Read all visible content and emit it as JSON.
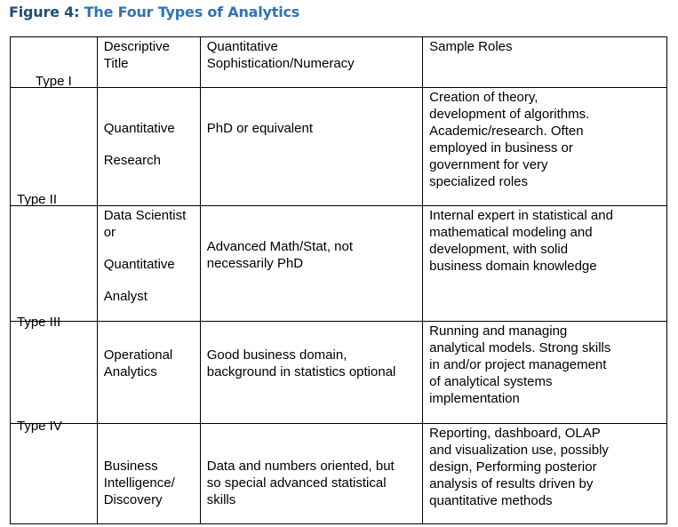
{
  "figure": {
    "label": "Figure 4:",
    "title": "The Four Types of Analytics"
  },
  "table": {
    "headers": {
      "type": "",
      "title_lines": [
        "Descriptive",
        "Title"
      ],
      "quant_lines": [
        "Quantitative",
        "Sophistication/Numeracy"
      ],
      "roles": "Sample Roles"
    },
    "rows": [
      {
        "type": "Type I",
        "title_lines": [
          "Quantitative",
          "Research"
        ],
        "quant_lines": [
          "PhD or equivalent"
        ],
        "roles_lines": [
          "Creation of theory,",
          "development of algorithms.",
          "Academic/research. Often",
          "employed in business or",
          "government for very",
          "specialized roles"
        ]
      },
      {
        "type": "Type II",
        "title_lines": [
          "Data Scientist",
          "or",
          "Quantitative",
          "Analyst"
        ],
        "quant_lines": [
          "Advanced Math/Stat, not",
          "necessarily PhD"
        ],
        "roles_lines": [
          "Internal expert in statistical and",
          "mathematical modeling and",
          "development, with solid",
          "business domain knowledge"
        ]
      },
      {
        "type": "Type III",
        "title_lines": [
          "Operational",
          "Analytics"
        ],
        "quant_lines": [
          "Good business domain,",
          "background in statistics optional"
        ],
        "roles_lines": [
          "Running and managing",
          "analytical models. Strong skills",
          "in and/or project management",
          "of analytical systems",
          "implementation"
        ]
      },
      {
        "type": "Type IV",
        "title_lines": [
          "Business",
          "Intelligence/",
          "Discovery"
        ],
        "quant_lines": [
          "Data and numbers oriented, but",
          "so special advanced statistical",
          "skills"
        ],
        "roles_lines": [
          "Reporting, dashboard, OLAP",
          "and visualization use, possibly",
          "design, Performing posterior",
          "analysis of results driven by",
          "quantitative methods"
        ]
      }
    ]
  }
}
